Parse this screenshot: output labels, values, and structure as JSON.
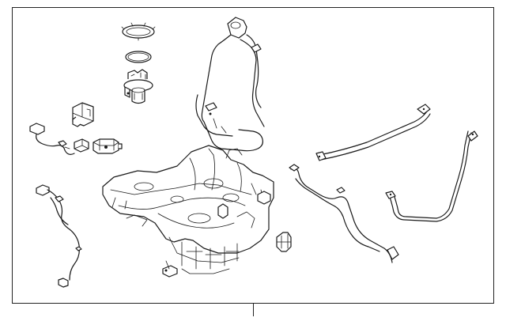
{
  "diagram": {
    "background": "#ffffff",
    "line_color": "#1a1a1a",
    "parts": [
      "fuel-tank",
      "filler-neck",
      "fuel-pump-lock-ring",
      "fuel-pump-seal-ring",
      "fuel-pump-module",
      "fuel-pressure-sensor",
      "wiring-harness-upper-left",
      "vent-valve",
      "wiring-harness-lower-left",
      "tank-strap-front",
      "tank-strap-rear",
      "fuel-line",
      "clip"
    ]
  }
}
